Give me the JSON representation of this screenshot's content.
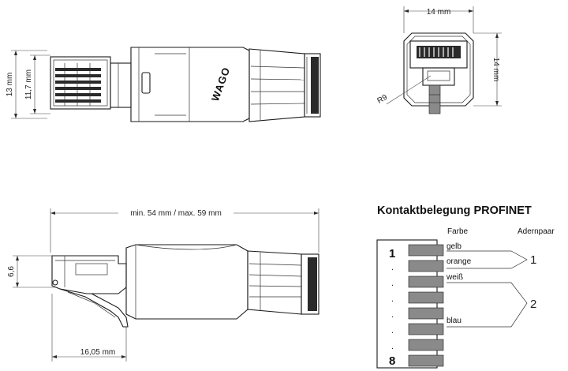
{
  "dimensions": {
    "width_top": "14 mm",
    "height_front": "14 mm",
    "radius": "R9",
    "height_13": "13 mm",
    "height_117": "11,7 mm",
    "length": "min. 54 mm / max. 59 mm",
    "height_66": "6,6",
    "offset": "16,05 mm"
  },
  "brand": "WAGO",
  "pinout": {
    "title": "Kontaktbelegung PROFINET",
    "col_color": "Farbe",
    "col_pair": "Adernpaar",
    "first_pin": "1",
    "last_pin": "8",
    "dots": [
      ".",
      ".",
      ".",
      ".",
      ".",
      "."
    ],
    "colors": [
      "gelb",
      "orange",
      "weiß",
      "blau"
    ],
    "pairs": [
      "1",
      "2"
    ]
  }
}
